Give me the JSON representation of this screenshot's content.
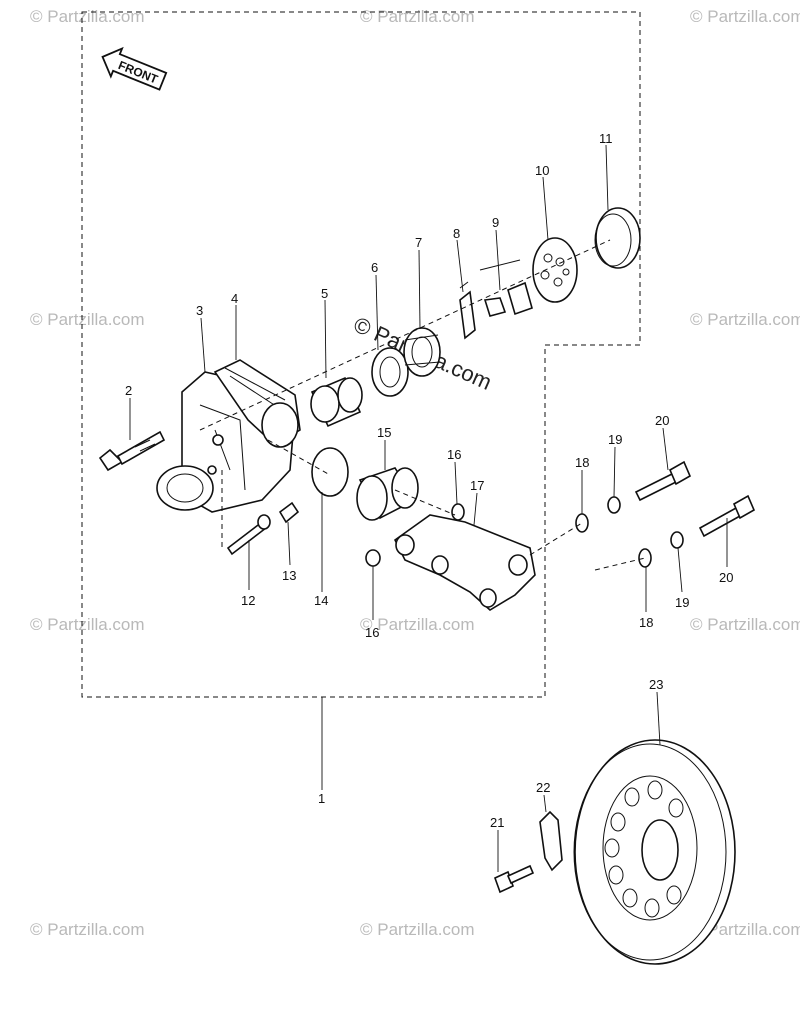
{
  "front_label": "FRONT",
  "watermark_text": "© Partzilla.com",
  "center_watermark_text": "© Partzilla.com",
  "callouts": [
    "1",
    "2",
    "3",
    "4",
    "5",
    "6",
    "7",
    "8",
    "9",
    "10",
    "11",
    "12",
    "13",
    "14",
    "15",
    "16",
    "16",
    "17",
    "18",
    "18",
    "19",
    "19",
    "20",
    "20",
    "21",
    "22",
    "23"
  ],
  "colors": {
    "ink": "#111111",
    "watermark": "#b9b9b9",
    "background": "#ffffff"
  }
}
